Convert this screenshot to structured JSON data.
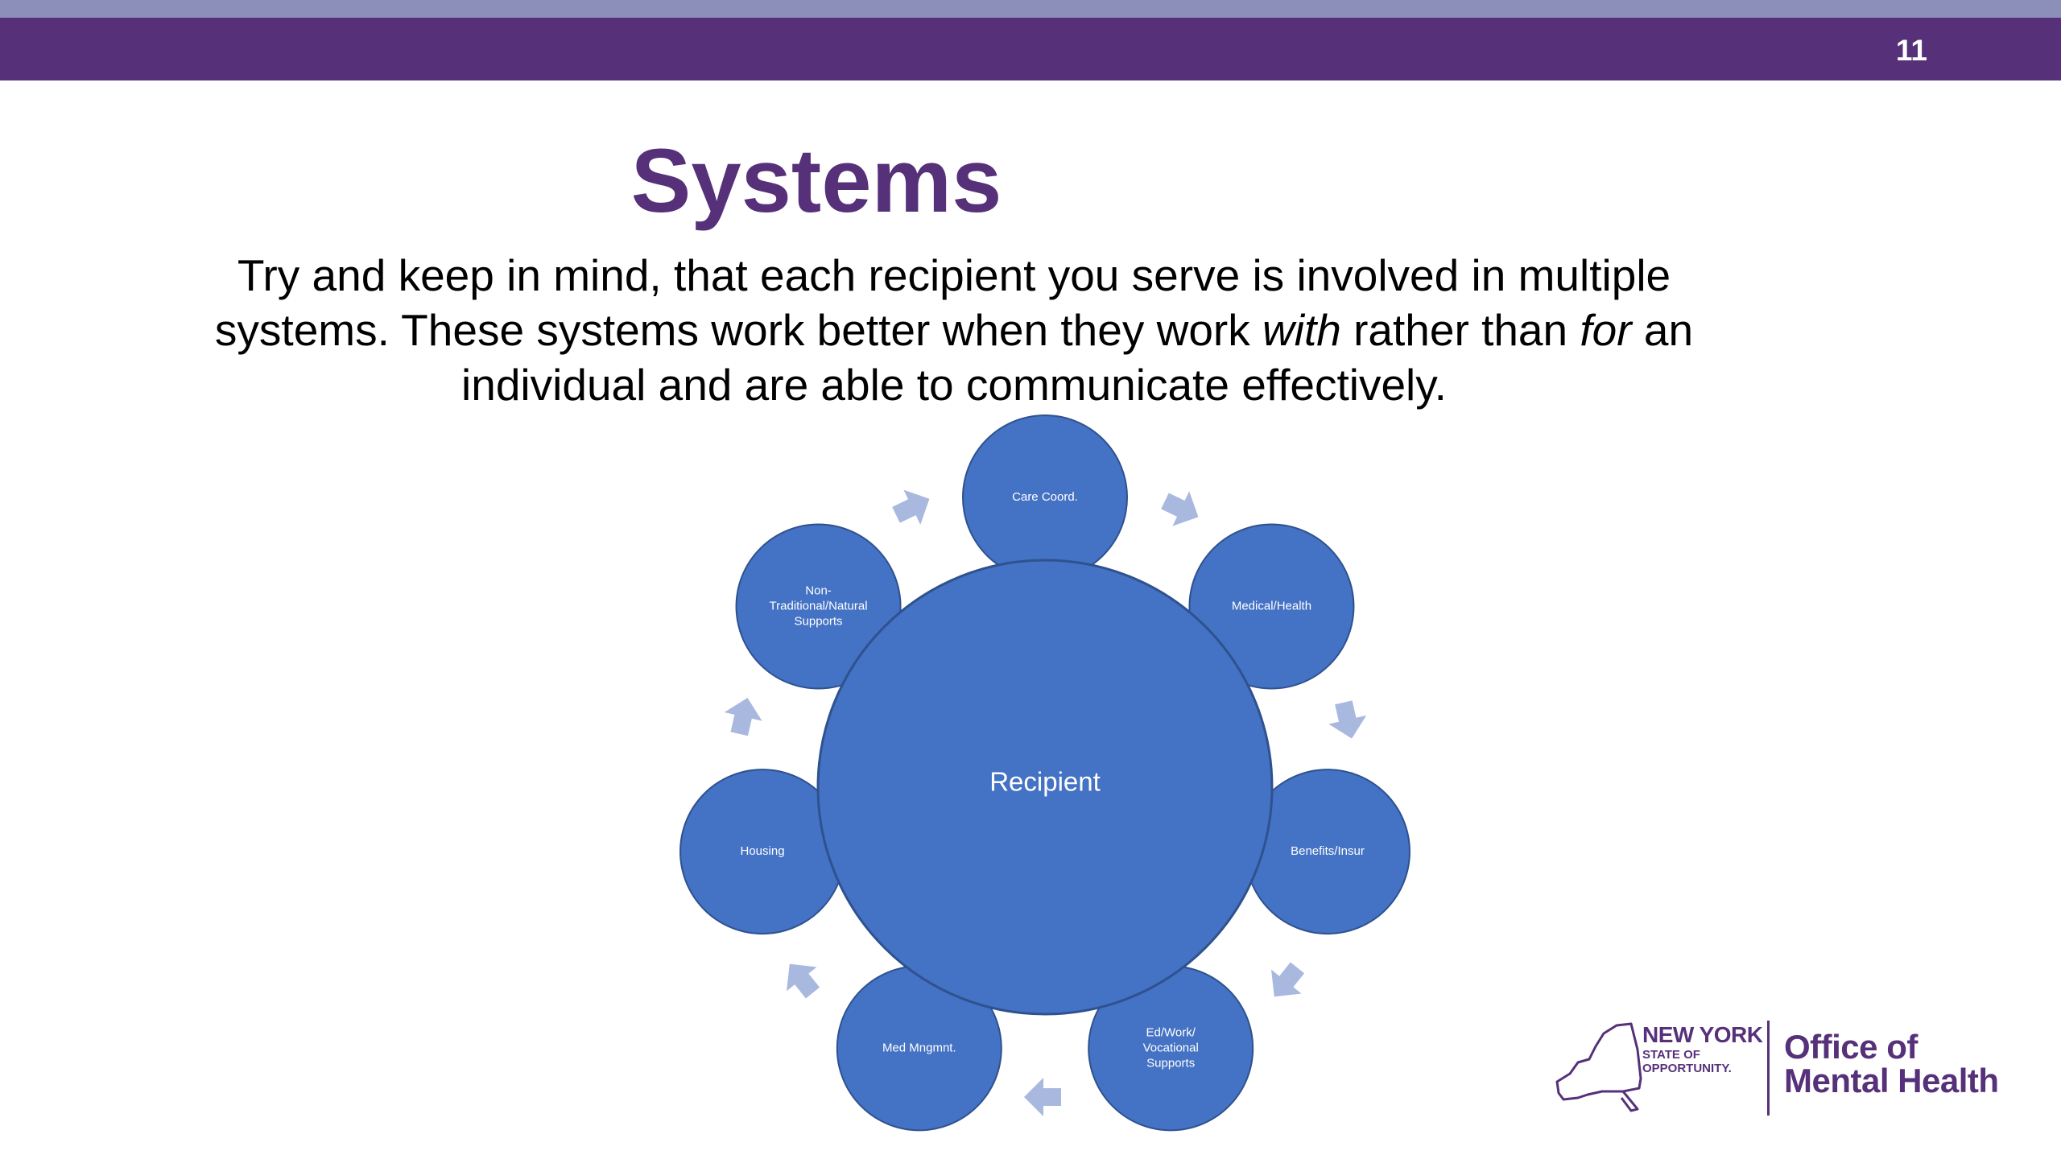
{
  "slide": {
    "number": "11",
    "title": "Systems",
    "body": {
      "part1": "Try and keep in mind, that each recipient you serve is involved in multiple systems. These systems work better when they work ",
      "em1": "with",
      "part2": " rather than ",
      "em2": "for",
      "part3": " an individual and are able to communicate effectively."
    }
  },
  "diagram": {
    "center_label": "Recipient",
    "nodes": [
      {
        "id": "care-coord",
        "lines": [
          "Care Coord."
        ]
      },
      {
        "id": "medical-health",
        "lines": [
          "Medical/Health"
        ]
      },
      {
        "id": "benefits-insur",
        "lines": [
          "Benefits/Insur"
        ]
      },
      {
        "id": "ed-work",
        "lines": [
          "Ed/Work/",
          "Vocational",
          "Supports"
        ]
      },
      {
        "id": "med-mgmt",
        "lines": [
          "Med Mngmnt."
        ]
      },
      {
        "id": "housing",
        "lines": [
          "Housing"
        ]
      },
      {
        "id": "natural-supports",
        "lines": [
          "Non-",
          "Traditional/Natural",
          "Supports"
        ]
      }
    ],
    "colors": {
      "circle": "#4472c4",
      "circle_stroke": "#2f528f",
      "arrow": "#a9b8de",
      "text": "#ffffff"
    }
  },
  "logo": {
    "ny_line1": "NEW YORK",
    "ny_line2": "STATE OF",
    "ny_line3": "OPPORTUNITY.",
    "office_line1": "Office of",
    "office_line2": "Mental Health",
    "color": "#56317a"
  }
}
